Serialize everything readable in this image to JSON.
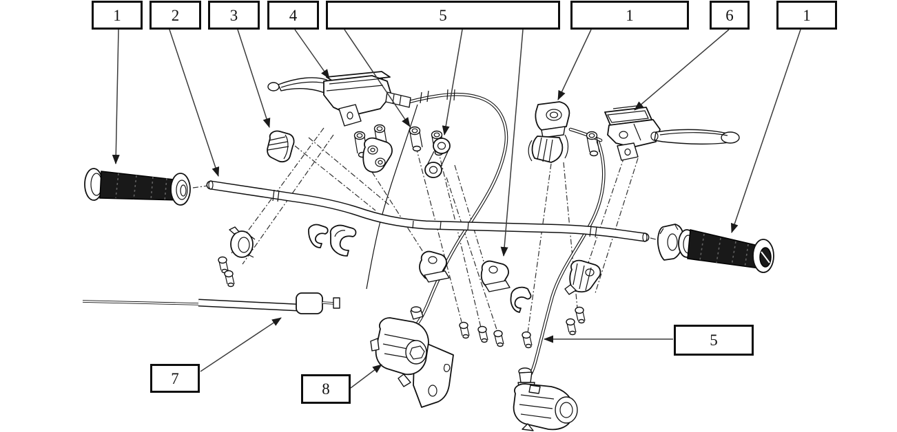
{
  "callouts": [
    {
      "label": "1"
    },
    {
      "label": "2"
    },
    {
      "label": "3"
    },
    {
      "label": "4"
    },
    {
      "label": "5"
    },
    {
      "label": "1"
    },
    {
      "label": "6"
    },
    {
      "label": "1"
    },
    {
      "label": "7"
    },
    {
      "label": "8"
    },
    {
      "label": "5"
    }
  ],
  "colors": {
    "ink": "#111111",
    "leader": "#3a3a3a",
    "background": "#ffffff",
    "grip_fill": "#191919"
  }
}
